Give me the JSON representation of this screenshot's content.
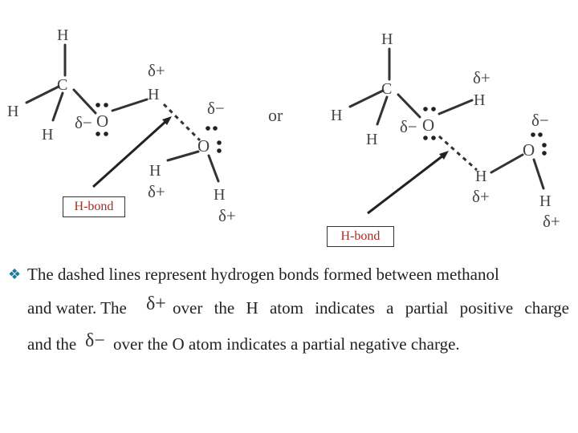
{
  "diagram": {
    "atoms": {
      "hydrogen": "H",
      "carbon": "C",
      "oxygen": "O"
    },
    "partial_positive": "δ+",
    "partial_negative": "δ−",
    "connector": "or"
  },
  "labels": {
    "hbond_1": "H-bond",
    "hbond_2": "H-bond"
  },
  "description": {
    "bullet_icon": "diamond-bullet-icon",
    "line1": "The dashed lines represent hydrogen bonds formed between methanol",
    "line2_start": "and water. The",
    "line2_end": "over the H atom indicates a partial positive charge",
    "line3_start": "and the",
    "line3_end": "over the O atom indicates a partial negative charge.",
    "inline_delta_plus": "δ+",
    "inline_delta_minus": "δ−"
  },
  "colors": {
    "label_text": "#b3261e",
    "bullet": "#1a7a9a"
  }
}
